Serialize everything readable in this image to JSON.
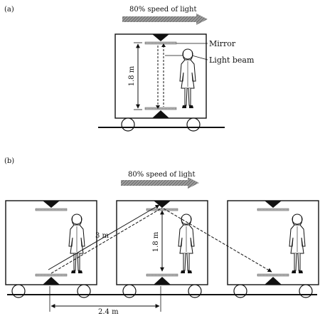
{
  "panel_a": {
    "label": "(a)",
    "speed_label": "80% speed of light",
    "mirror_label": "Mirror",
    "beam_label": "Light beam",
    "height_label": "1.8 m"
  },
  "panel_b": {
    "label": "(b)",
    "speed_label": "80% speed of light",
    "diagonal_label": "3 m",
    "height_label": "1.8 m",
    "distance_label": "2.4 m"
  },
  "colors": {
    "ink": "#111111",
    "arrow_gray": "#8a8a8a",
    "mirror_gray": "#b5b5b5"
  }
}
